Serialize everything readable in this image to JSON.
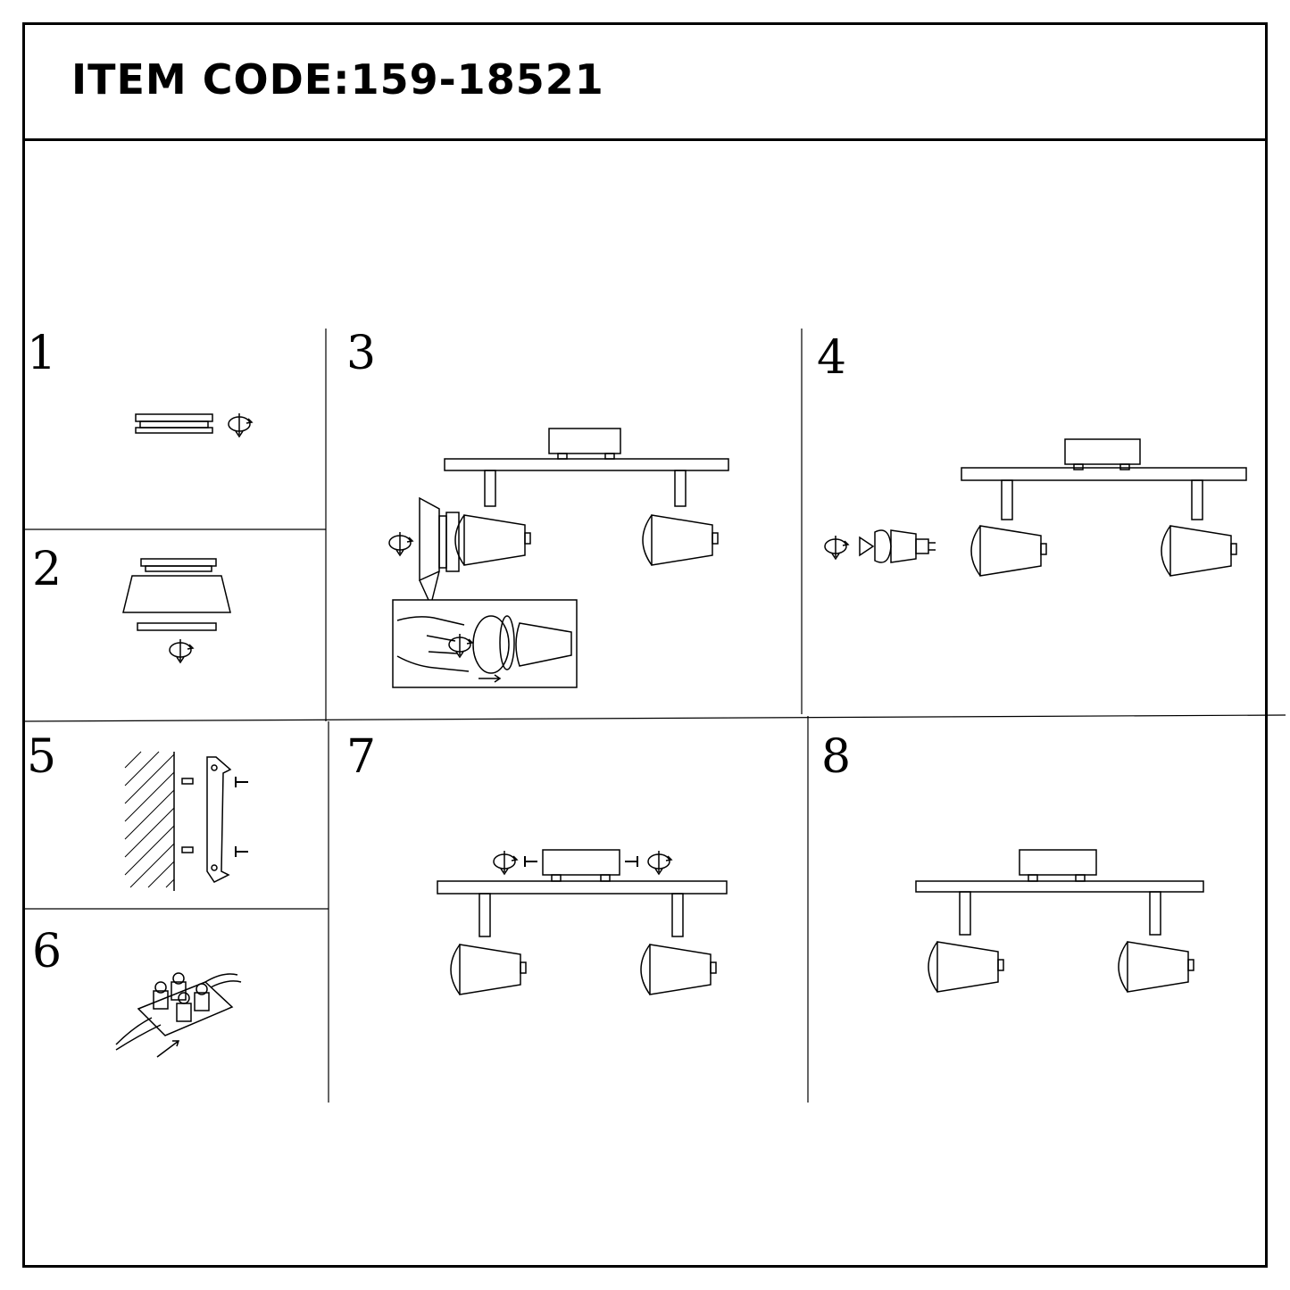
{
  "header": {
    "item_code": "ITEM CODE:159-18521"
  },
  "steps": [
    {
      "number": "1"
    },
    {
      "number": "2"
    },
    {
      "number": "3"
    },
    {
      "number": "4"
    },
    {
      "number": "5"
    },
    {
      "number": "6"
    },
    {
      "number": "7"
    },
    {
      "number": "8"
    }
  ],
  "colors": {
    "ink": "#000000",
    "paper": "#ffffff"
  },
  "icons": [
    "rotate-arrow-icon",
    "screw-icon",
    "arrow-icon"
  ]
}
